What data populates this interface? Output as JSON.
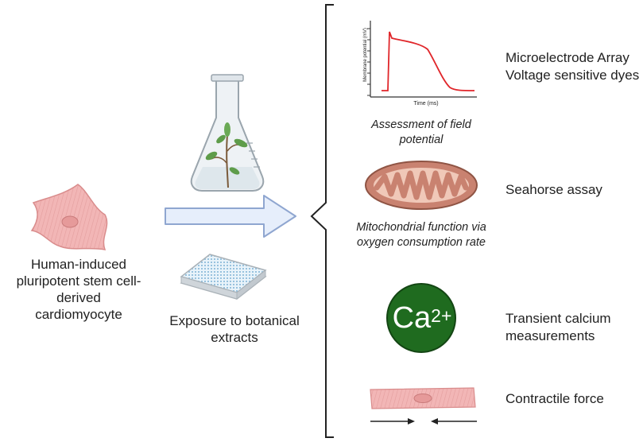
{
  "left": {
    "cell_label": "Human-induced pluripotent stem cell-derived cardiomyocyte"
  },
  "middle": {
    "exposure_label": "Exposure to botanical extracts"
  },
  "right": {
    "action_potential": {
      "y_label": "Membrane potential (mV)",
      "x_label": "Time (ms)",
      "caption": "Assessment of field potential"
    },
    "mitochondria": {
      "caption": "Mitochondrial function via oxygen consumption rate"
    },
    "calcium": {
      "symbol": "Ca",
      "charge": "2+"
    }
  },
  "assays": {
    "mea_line1": "Microelectrode Array",
    "mea_line2": "Voltage sensitive dyes",
    "seahorse": "Seahorse assay",
    "calcium_line1": "Transient calcium",
    "calcium_line2": "measurements",
    "contractile": "Contractile force"
  },
  "colors": {
    "cell_fill": "#f2b6b6",
    "cell_stroke": "#d98c8c",
    "arrow_fill": "#e6eefb",
    "arrow_stroke": "#8fa6d0",
    "trace": "#e0262a",
    "mito_outer": "#c98270",
    "mito_inner": "#f0c8b8",
    "calcium_fill": "#1f6b1f"
  }
}
